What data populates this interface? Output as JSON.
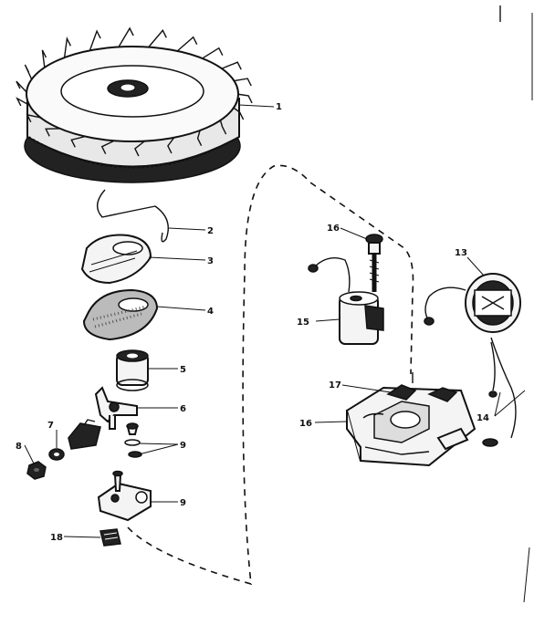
{
  "diagram": {
    "callouts": [
      {
        "id": "c1",
        "label": "1"
      },
      {
        "id": "c2",
        "label": "2"
      },
      {
        "id": "c3",
        "label": "3"
      },
      {
        "id": "c4",
        "label": "4"
      },
      {
        "id": "c5",
        "label": "5"
      },
      {
        "id": "c6",
        "label": "6"
      },
      {
        "id": "c7",
        "label": "7"
      },
      {
        "id": "c8",
        "label": "8"
      },
      {
        "id": "c9",
        "label": "9"
      },
      {
        "id": "c10",
        "label": "9"
      },
      {
        "id": "c11",
        "label": "18"
      },
      {
        "id": "c12",
        "label": "16"
      },
      {
        "id": "c13",
        "label": "15"
      },
      {
        "id": "c14",
        "label": "13"
      },
      {
        "id": "c15",
        "label": "17"
      },
      {
        "id": "c16",
        "label": "14"
      },
      {
        "id": "c17",
        "label": "16"
      }
    ]
  }
}
